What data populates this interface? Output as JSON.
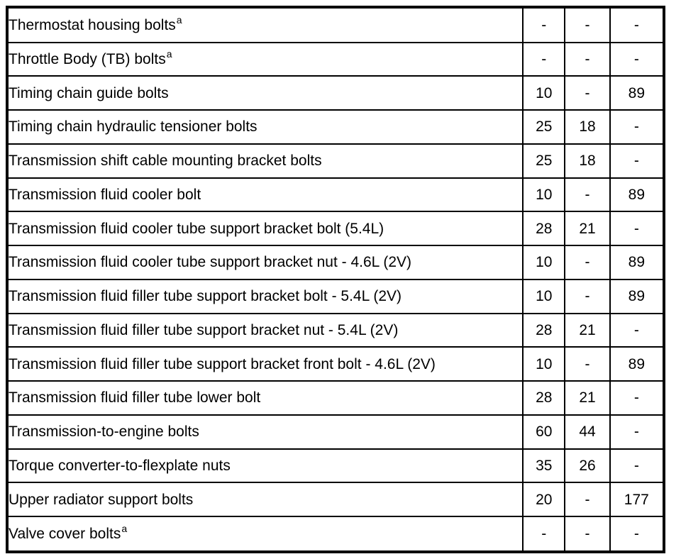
{
  "table": {
    "rows": [
      {
        "label": "Thermostat housing bolts",
        "sup": "a",
        "values": [
          "-",
          "-",
          "-"
        ]
      },
      {
        "label": "Throttle Body (TB) bolts",
        "sup": "a",
        "values": [
          "-",
          "-",
          "-"
        ]
      },
      {
        "label": "Timing chain guide bolts",
        "sup": "",
        "values": [
          "10",
          "-",
          "89"
        ]
      },
      {
        "label": "Timing chain hydraulic tensioner bolts",
        "sup": "",
        "values": [
          "25",
          "18",
          "-"
        ]
      },
      {
        "label": "Transmission shift cable mounting bracket bolts",
        "sup": "",
        "values": [
          "25",
          "18",
          "-"
        ]
      },
      {
        "label": "Transmission fluid cooler bolt",
        "sup": "",
        "values": [
          "10",
          "-",
          "89"
        ]
      },
      {
        "label": "Transmission fluid cooler tube support bracket bolt (5.4L)",
        "sup": "",
        "values": [
          "28",
          "21",
          "-"
        ]
      },
      {
        "label": "Transmission fluid cooler tube support bracket nut - 4.6L (2V)",
        "sup": "",
        "values": [
          "10",
          "-",
          "89"
        ]
      },
      {
        "label": "Transmission fluid filler tube support bracket bolt - 5.4L (2V)",
        "sup": "",
        "values": [
          "10",
          "-",
          "89"
        ]
      },
      {
        "label": "Transmission fluid filler tube support bracket nut - 5.4L (2V)",
        "sup": "",
        "values": [
          "28",
          "21",
          "-"
        ]
      },
      {
        "label": "Transmission fluid filler tube support bracket front bolt - 4.6L (2V)",
        "sup": "",
        "values": [
          "10",
          "-",
          "89"
        ]
      },
      {
        "label": "Transmission fluid filler tube lower bolt",
        "sup": "",
        "values": [
          "28",
          "21",
          "-"
        ]
      },
      {
        "label": "Transmission-to-engine bolts",
        "sup": "",
        "values": [
          "60",
          "44",
          "-"
        ]
      },
      {
        "label": "Torque converter-to-flexplate nuts",
        "sup": "",
        "values": [
          "35",
          "26",
          "-"
        ]
      },
      {
        "label": "Upper radiator support bolts",
        "sup": "",
        "values": [
          "20",
          "-",
          "177"
        ]
      },
      {
        "label": "Valve cover bolts",
        "sup": "a",
        "values": [
          "-",
          "-",
          "-"
        ]
      }
    ]
  },
  "colors": {
    "border": "#000000",
    "background": "#ffffff",
    "text": "#000000"
  }
}
